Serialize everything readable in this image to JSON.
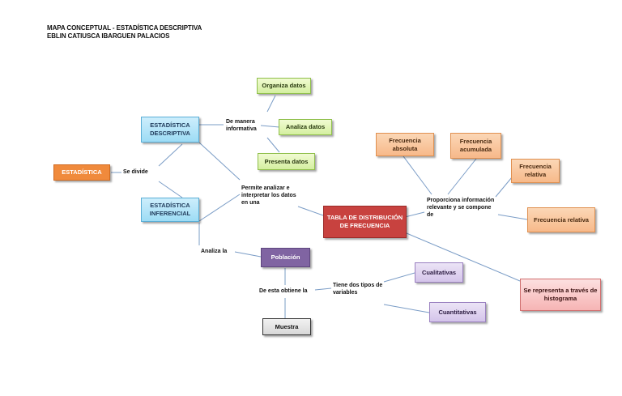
{
  "header": {
    "title": "MAPA CONCEPTUAL - ESTADÍSTICA DESCRIPTIVA",
    "author": "EBLIN CATIUSCA IBARGUEN PALACIOS"
  },
  "nodes": {
    "estadistica": "ESTADÍSTICA",
    "descriptiva": "ESTADÍSTICA DESCRIPTIVA",
    "inferencial": "ESTADÍSTICA INFERENCIAL",
    "organiza": "Organiza datos",
    "analiza": "Analiza datos",
    "presenta": "Presenta datos",
    "tabla": "TABLA DE DISTRIBUCIÓN DE FRECUENCIA",
    "frec_absoluta": "Frecuencia absoluta",
    "frec_acumulada": "Frecuencia acumulada",
    "frec_relativa_1": "Frecuencia relativa",
    "frec_relativa_2": "Frecuencia relativa",
    "histograma": "Se representa a través de histograma",
    "poblacion": "Población",
    "cualitativas": "Cualitativas",
    "cuantitativas": "Cuantitativas",
    "muestra": "Muestra"
  },
  "labels": {
    "se_divide": "Se divide",
    "de_manera_informativa": "De manera informativa",
    "permite_analizar": "Permite analizar e interpretar los datos en una",
    "analiza_la": "Analiza la",
    "proporciona": "Proporciona información relevante y se compone de",
    "de_esta_obtiene": "De esta obtiene la",
    "tiene_dos_tipos": "Tiene dos tipos de variables"
  }
}
